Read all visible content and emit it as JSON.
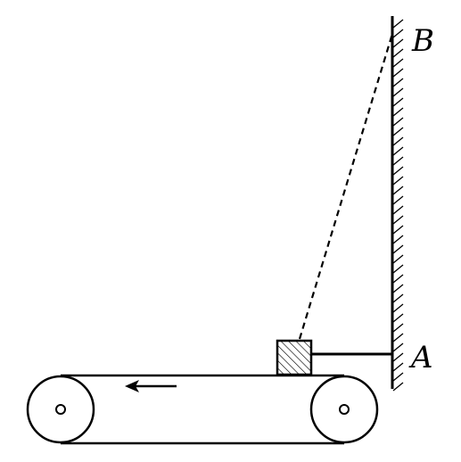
{
  "diagram": {
    "labels": {
      "point_b": "B",
      "point_a": "A"
    },
    "belt_direction": "left",
    "colors": {
      "ink": "#000000",
      "background": "#ffffff"
    }
  }
}
